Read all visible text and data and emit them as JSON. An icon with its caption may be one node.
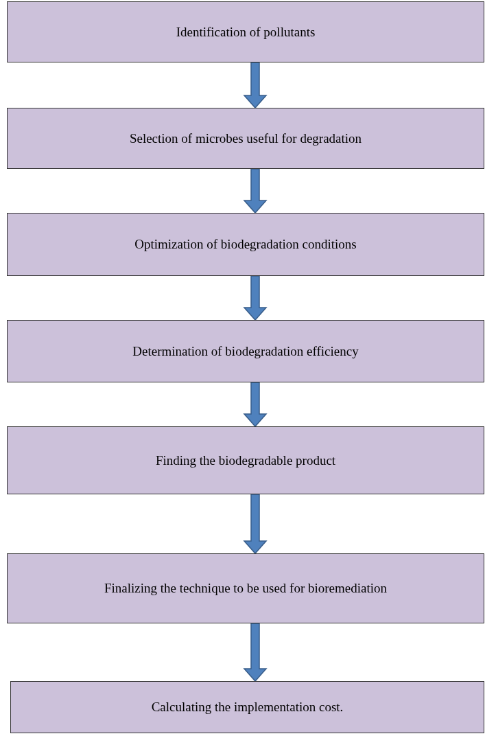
{
  "diagram": {
    "nodes": [
      {
        "text": [
          "Identification of pollutants"
        ]
      },
      {
        "text": [
          "Selection of microbes useful for degradation"
        ]
      },
      {
        "text": [
          "Optimization of biodegradation conditions"
        ]
      },
      {
        "text": [
          "Determination of biodegradation efficiency"
        ]
      },
      {
        "text": [
          "Finding the biodegradable product"
        ]
      },
      {
        "text": [
          "Finalizing the technique to be used for bioremediation"
        ]
      },
      {
        "text": [
          "Calculating the implementation cost."
        ]
      }
    ],
    "edges": [
      {
        "from": 0,
        "to": 1,
        "arrow": "to"
      },
      {
        "from": 1,
        "to": 2,
        "arrow": "to"
      },
      {
        "from": 2,
        "to": 3,
        "arrow": "to"
      },
      {
        "from": 3,
        "to": 4,
        "arrow": "to"
      },
      {
        "from": 4,
        "to": 5,
        "arrow": "to"
      },
      {
        "from": 5,
        "to": 6,
        "arrow": "to"
      }
    ]
  }
}
